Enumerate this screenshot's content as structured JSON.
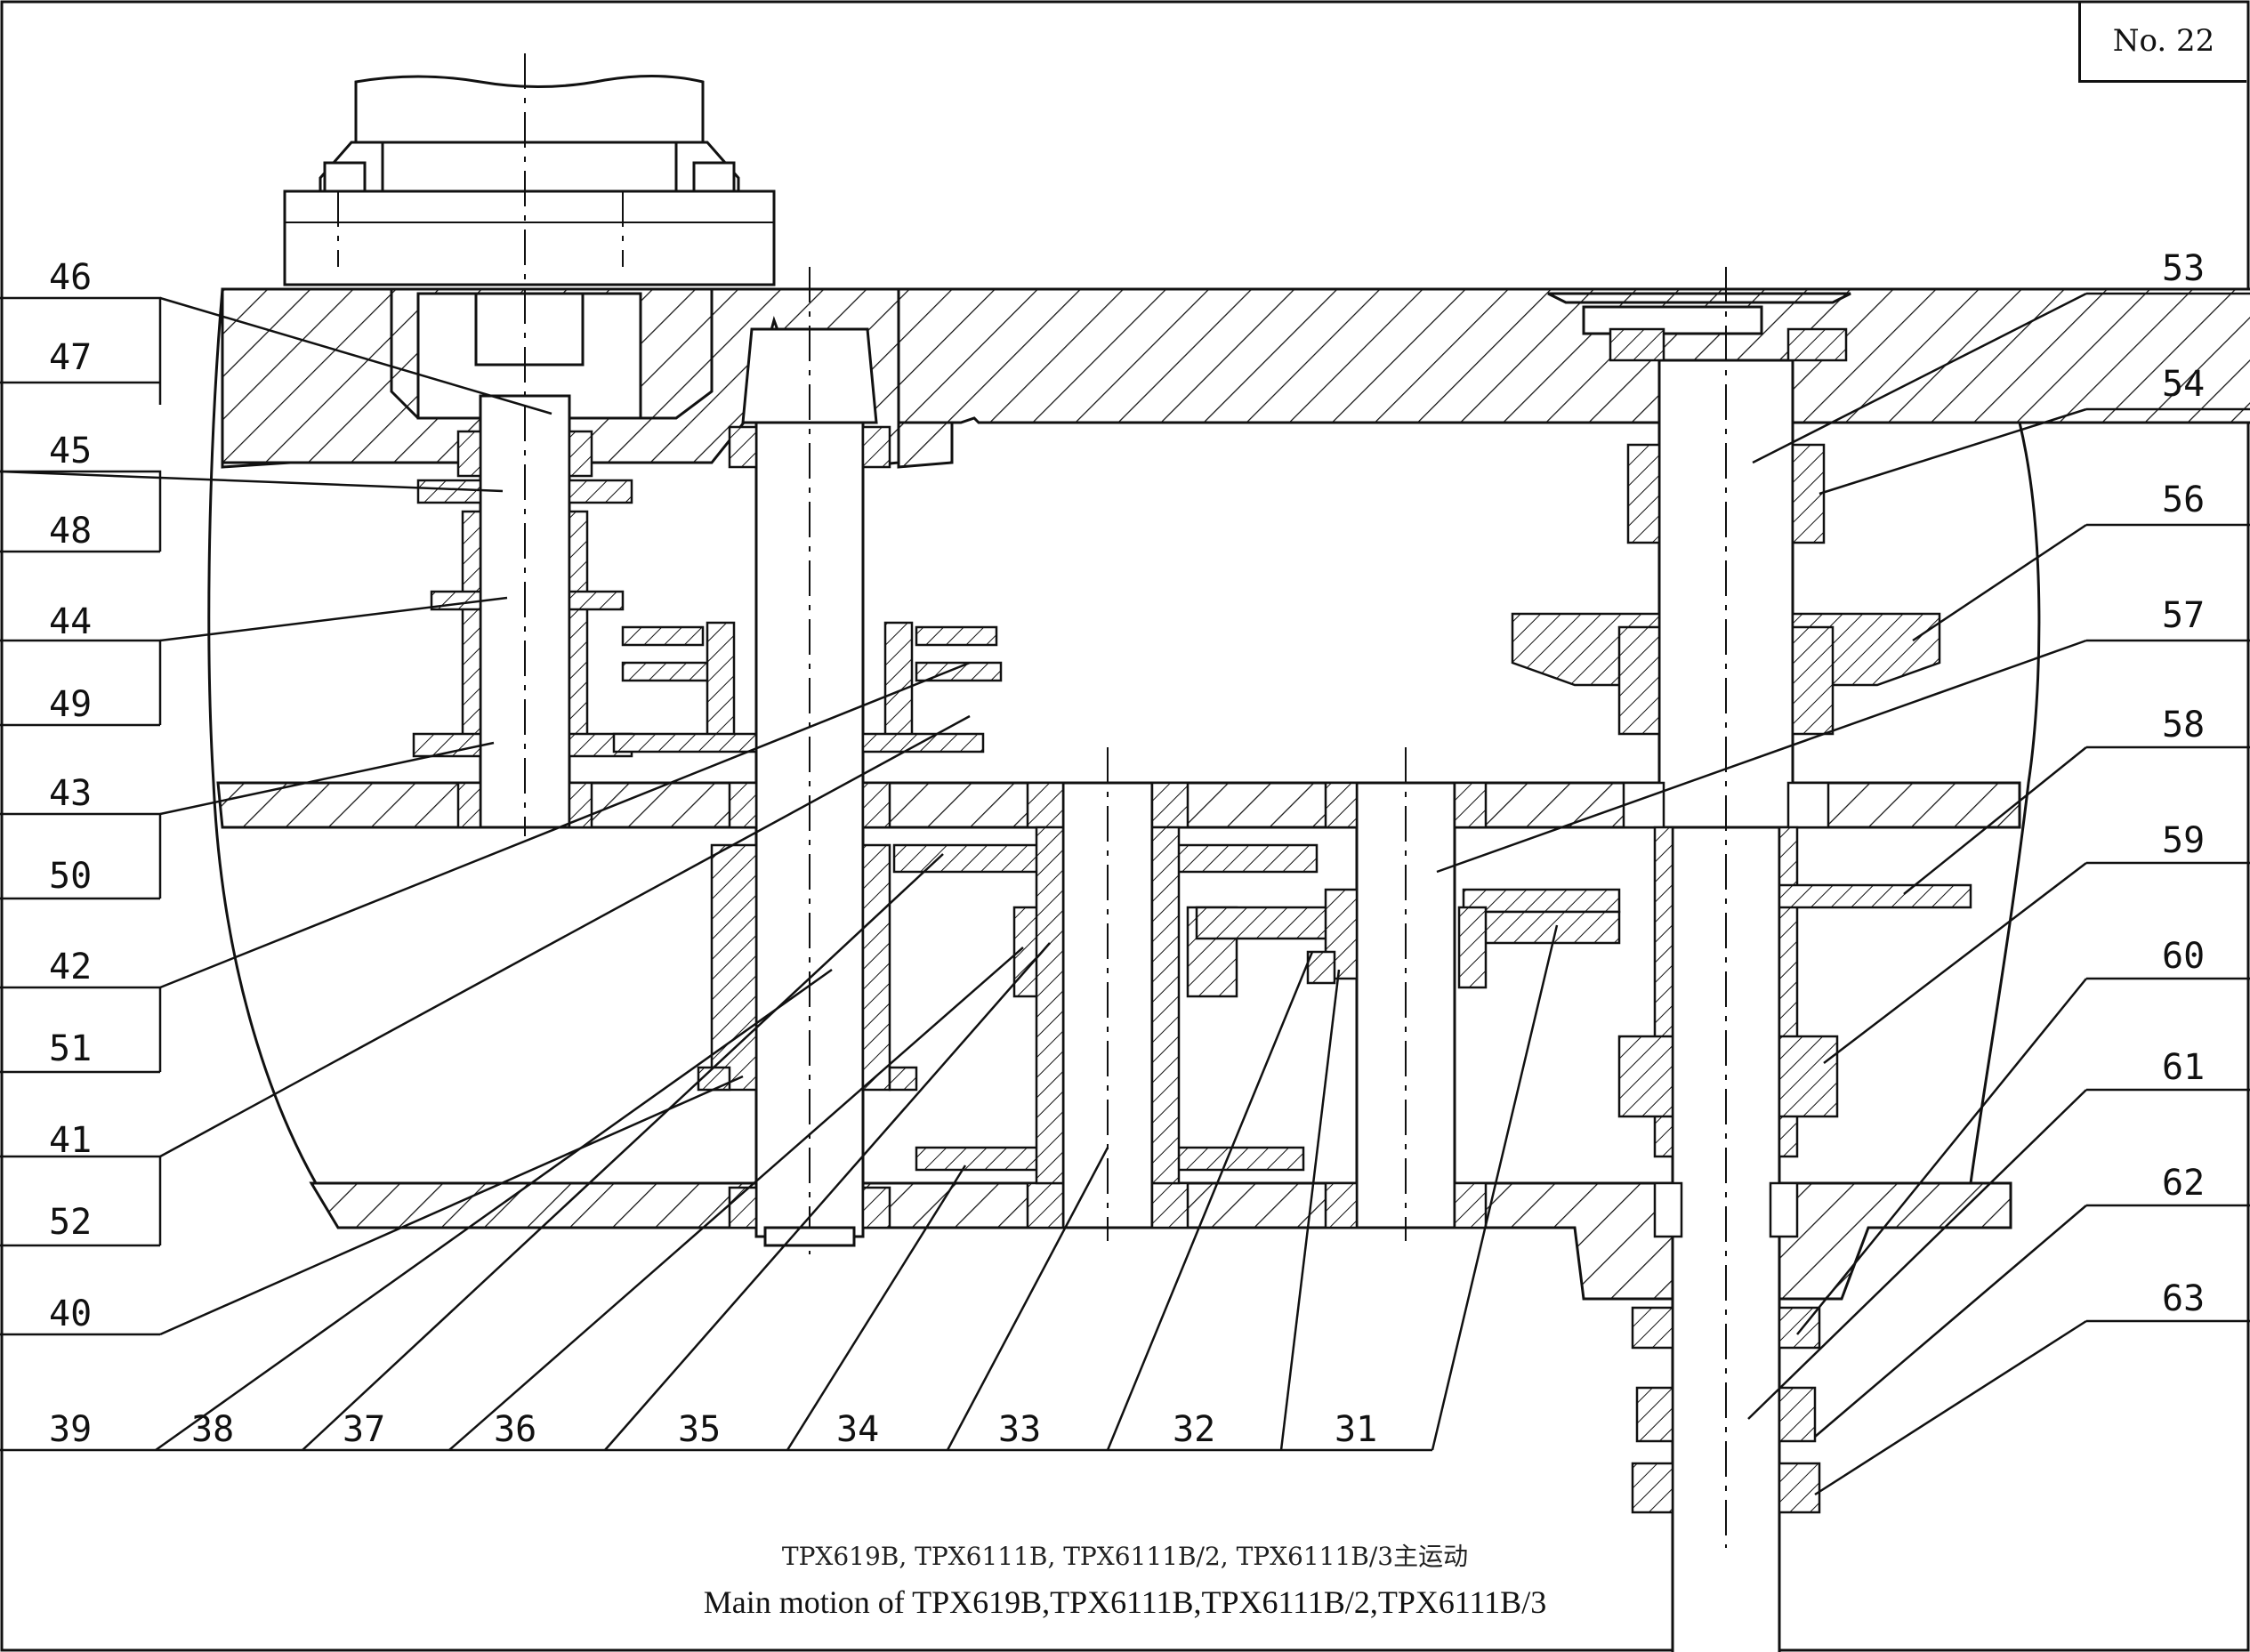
{
  "page_number": "No. 22",
  "caption_cn": "TPX619B, TPX6111B, TPX6111B/2, TPX6111B/3主运动",
  "caption_en": "Main motion of TPX619B,TPX6111B,TPX6111B/2,TPX6111B/3",
  "left_labels": [
    "46",
    "47",
    "45",
    "48",
    "44",
    "49",
    "43",
    "50",
    "42",
    "51",
    "41",
    "52",
    "40"
  ],
  "bottom_labels": [
    "39",
    "38",
    "37",
    "36",
    "35",
    "34",
    "33",
    "32",
    "31"
  ],
  "right_labels": [
    "53",
    "54",
    "56",
    "57",
    "58",
    "59",
    "60",
    "61",
    "62",
    "63"
  ]
}
